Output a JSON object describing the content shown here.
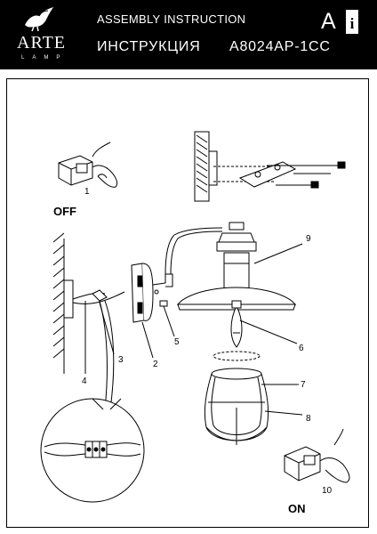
{
  "header": {
    "brand": "ARTE",
    "brand_sub": "LAMP",
    "title_en": "ASSEMBLY INSTRUCTION",
    "title_ru": "ИНСТРУКЦИЯ",
    "model": "A8024AP-1CC",
    "mark_letter": "A",
    "info_glyph": "i"
  },
  "steps": {
    "off_label": "OFF",
    "on_label": "ON"
  },
  "callouts": {
    "n1": "1",
    "n2": "2",
    "n3": "3",
    "n4": "4",
    "n5": "5",
    "n6": "6",
    "n7": "7",
    "n8": "8",
    "n9": "9",
    "n10": "10"
  }
}
